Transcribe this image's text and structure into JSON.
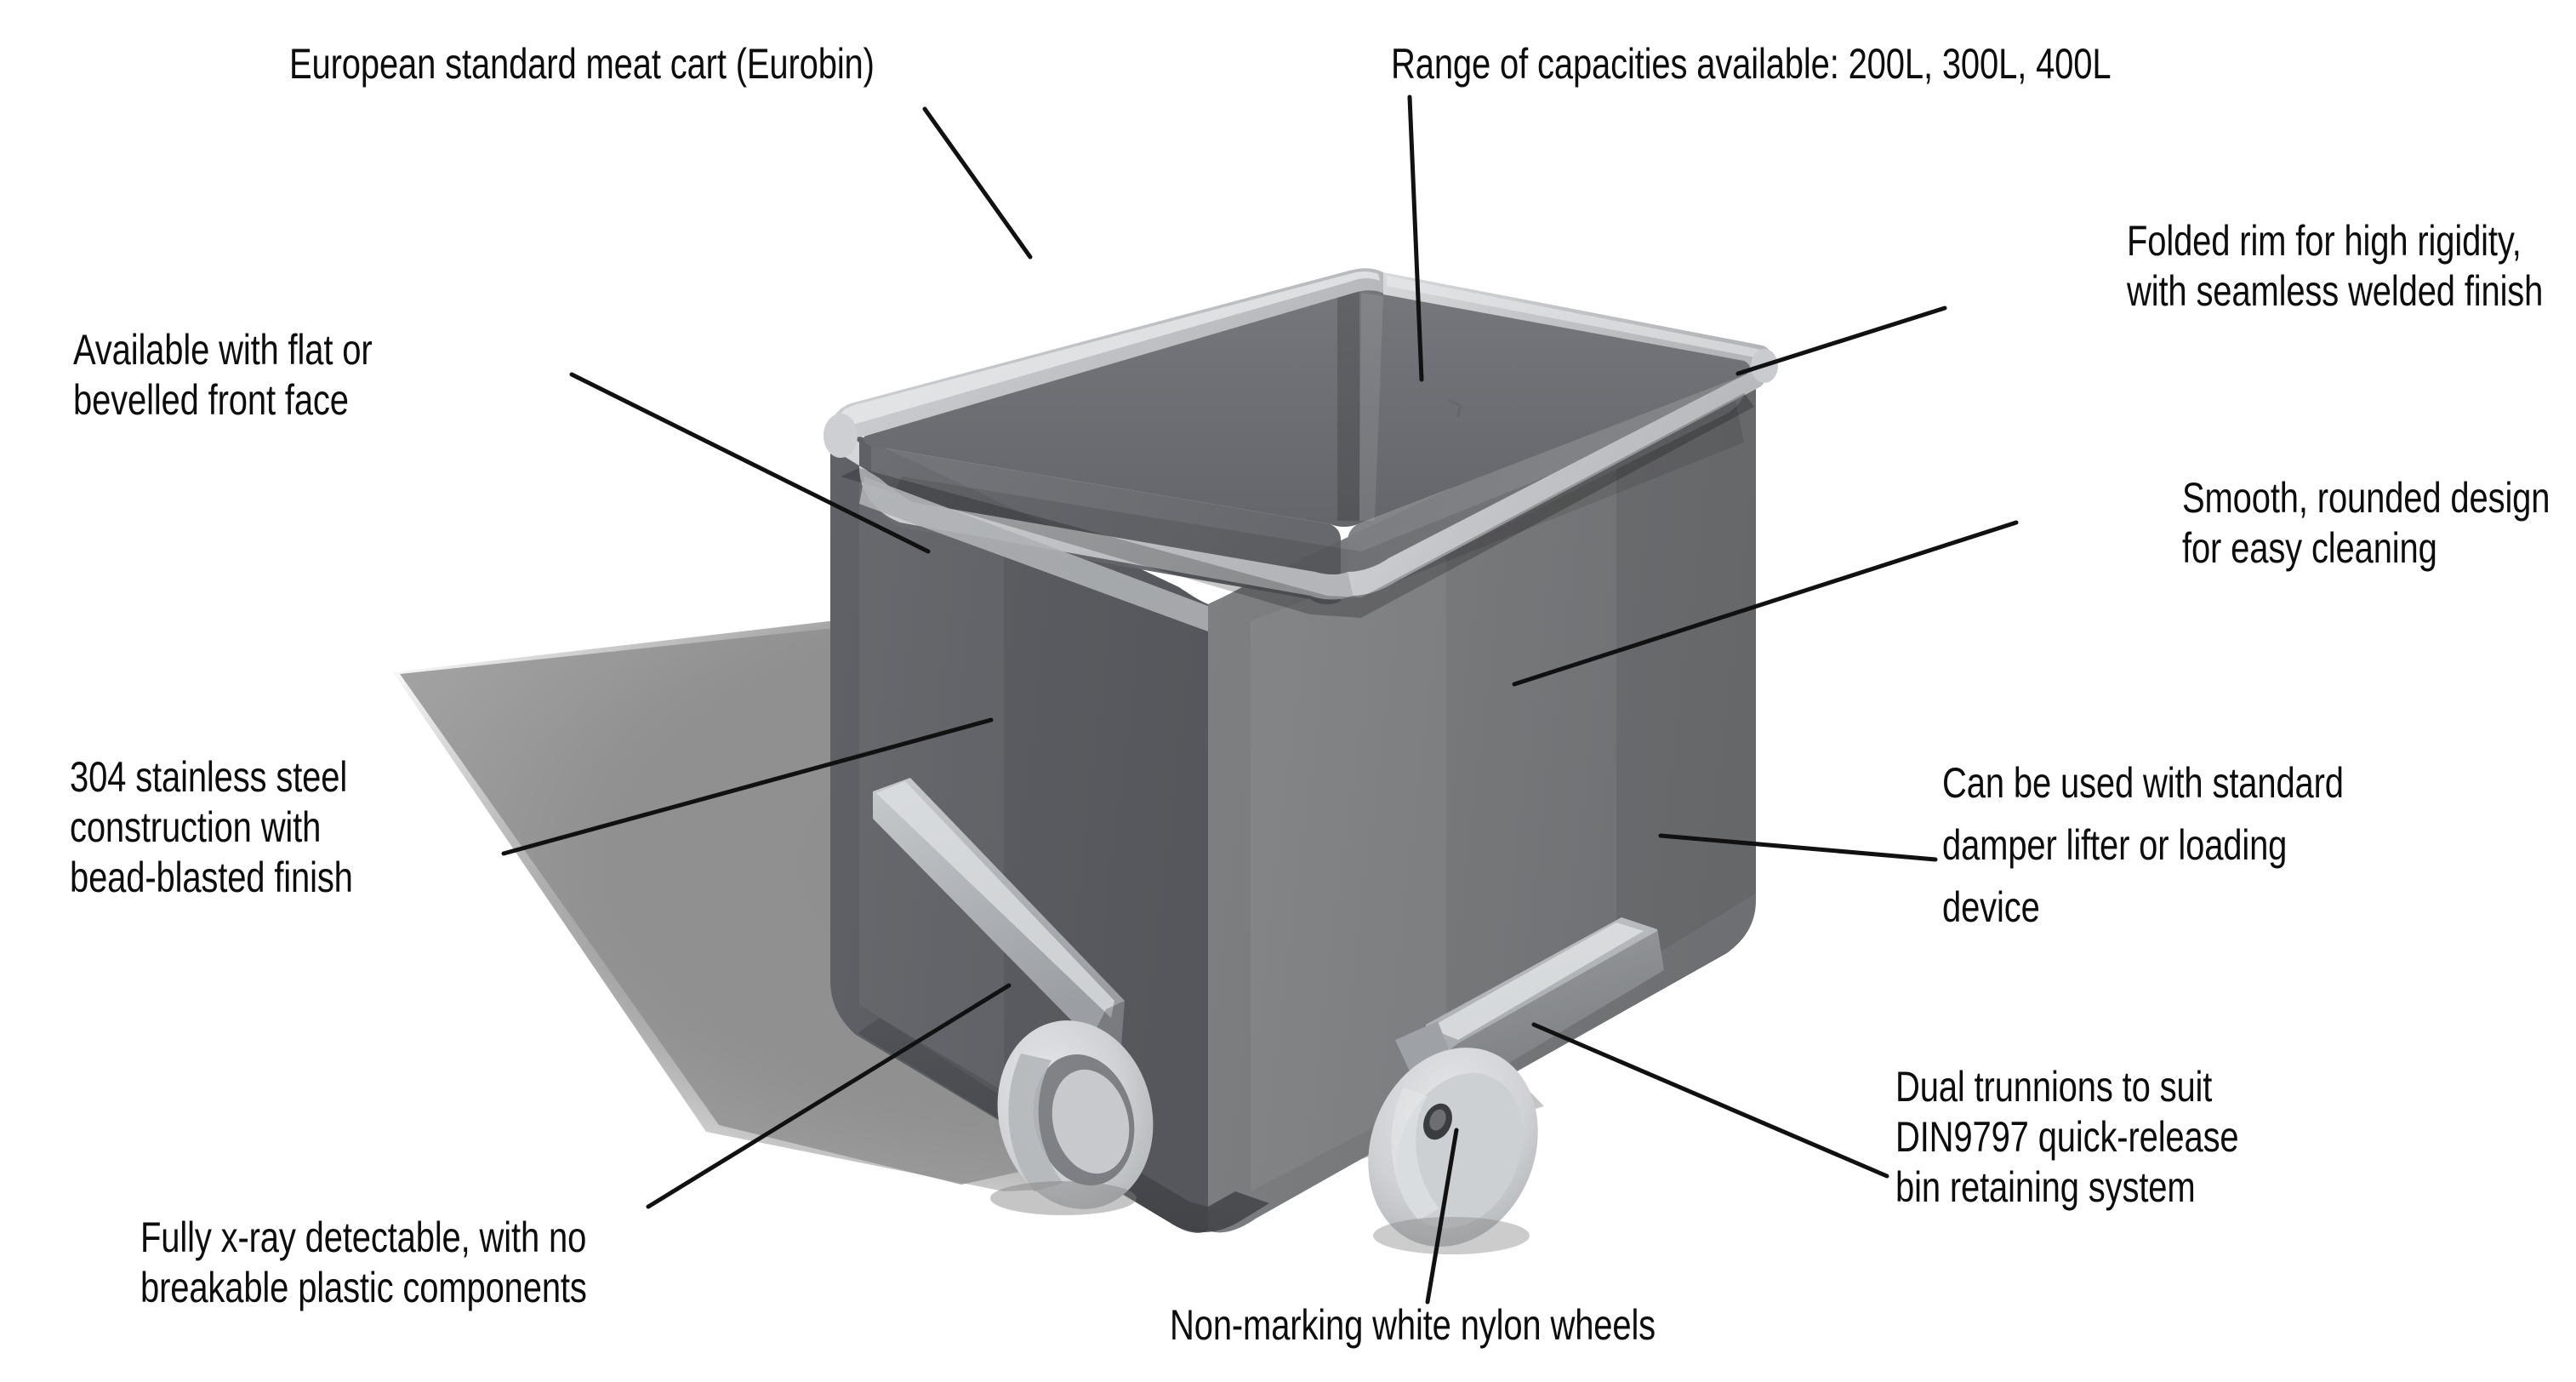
{
  "document": {
    "type": "annotated-product-diagram",
    "subject": "European standard meat cart (Eurobin)",
    "background_color": "#ffffff",
    "text_color": "#0d0d0d",
    "leader_line_color": "#111111"
  },
  "product": {
    "name": "Eurobin meat cart",
    "body_color_left": "#5c5e63",
    "body_color_right": "#76787a",
    "body_color_interior": "#6a6c71",
    "rim_color": "#c5c7c9",
    "trunnion_color": "#b9bcc0",
    "wheel_color": "#d2d4d7",
    "shadow_color": "#8c8c8c"
  },
  "callouts": [
    {
      "id": "european-standard",
      "text": "European standard meat cart (Eurobin)",
      "align": "left"
    },
    {
      "id": "capacities",
      "text": "Range of capacities available: 200L, 300L, 400L",
      "align": "left"
    },
    {
      "id": "folded-rim",
      "text": "Folded rim for high rigidity,\nwith seamless welded finish",
      "align": "right"
    },
    {
      "id": "front-face",
      "text": "Available with flat or\nbevelled front face",
      "align": "left"
    },
    {
      "id": "smooth-rounded",
      "text": "Smooth, rounded design\nfor easy cleaning",
      "align": "right"
    },
    {
      "id": "stainless-steel",
      "text": "304 stainless steel\nconstruction with\nbead-blasted finish",
      "align": "left"
    },
    {
      "id": "damper-lifter",
      "text": "Can be used with standard\ndamper lifter or loading\ndevice",
      "align": "left"
    },
    {
      "id": "dual-trunnions",
      "text": "Dual trunnions to suit\nDIN9797 quick-release\nbin retaining system",
      "align": "left"
    },
    {
      "id": "xray-detectable",
      "text": "Fully x-ray detectable, with no\nbreakable plastic components",
      "align": "left"
    },
    {
      "id": "nylon-wheels",
      "text": "Non-marking white nylon wheels",
      "align": "center"
    }
  ]
}
